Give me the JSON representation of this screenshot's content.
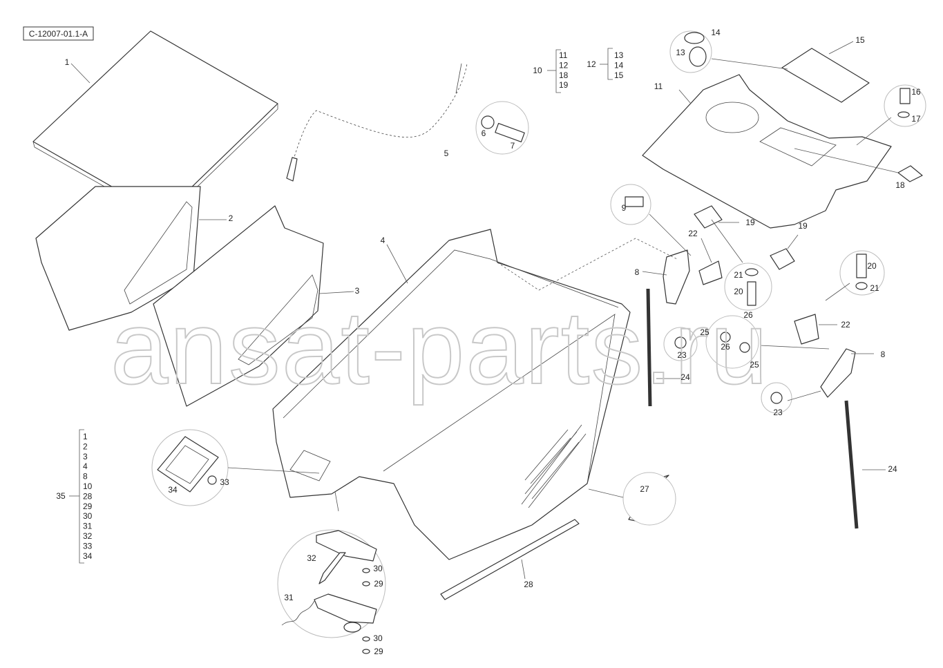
{
  "diagram": {
    "code": "C-12007-01.1-A",
    "watermark": "ansat-parts.ru",
    "callouts": [
      {
        "id": "c1",
        "text": "1"
      },
      {
        "id": "c2",
        "text": "2"
      },
      {
        "id": "c3",
        "text": "3"
      },
      {
        "id": "c4",
        "text": "4"
      },
      {
        "id": "c5",
        "text": "5"
      },
      {
        "id": "c6",
        "text": "6"
      },
      {
        "id": "c7",
        "text": "7"
      },
      {
        "id": "c8a",
        "text": "8"
      },
      {
        "id": "c8b",
        "text": "8"
      },
      {
        "id": "c9",
        "text": "9"
      },
      {
        "id": "c11",
        "text": "11"
      },
      {
        "id": "c13",
        "text": "13"
      },
      {
        "id": "c14",
        "text": "14"
      },
      {
        "id": "c15",
        "text": "15"
      },
      {
        "id": "c16",
        "text": "16"
      },
      {
        "id": "c17",
        "text": "17"
      },
      {
        "id": "c18",
        "text": "18"
      },
      {
        "id": "c19a",
        "text": "19"
      },
      {
        "id": "c19b",
        "text": "19"
      },
      {
        "id": "c20a",
        "text": "20"
      },
      {
        "id": "c20b",
        "text": "20"
      },
      {
        "id": "c21a",
        "text": "21"
      },
      {
        "id": "c21b",
        "text": "21"
      },
      {
        "id": "c22a",
        "text": "22"
      },
      {
        "id": "c22b",
        "text": "22"
      },
      {
        "id": "c23a",
        "text": "23"
      },
      {
        "id": "c23b",
        "text": "23"
      },
      {
        "id": "c24a",
        "text": "24"
      },
      {
        "id": "c24b",
        "text": "24"
      },
      {
        "id": "c25a",
        "text": "25"
      },
      {
        "id": "c25b",
        "text": "25"
      },
      {
        "id": "c26a",
        "text": "26"
      },
      {
        "id": "c26b",
        "text": "26"
      },
      {
        "id": "c27",
        "text": "27"
      },
      {
        "id": "c28",
        "text": "28"
      },
      {
        "id": "c29a",
        "text": "29"
      },
      {
        "id": "c29b",
        "text": "29"
      },
      {
        "id": "c30a",
        "text": "30"
      },
      {
        "id": "c30b",
        "text": "30"
      },
      {
        "id": "c31",
        "text": "31"
      },
      {
        "id": "c32",
        "text": "32"
      },
      {
        "id": "c33",
        "text": "33"
      },
      {
        "id": "c34",
        "text": "34"
      }
    ],
    "kits": [
      {
        "label": "10",
        "items": [
          "11",
          "12",
          "18",
          "19"
        ]
      },
      {
        "label": "12",
        "items": [
          "13",
          "14",
          "15"
        ]
      },
      {
        "label": "35",
        "items": [
          "1",
          "2",
          "3",
          "4",
          "8",
          "10",
          "28",
          "29",
          "30",
          "31",
          "32",
          "33",
          "34"
        ]
      }
    ]
  }
}
